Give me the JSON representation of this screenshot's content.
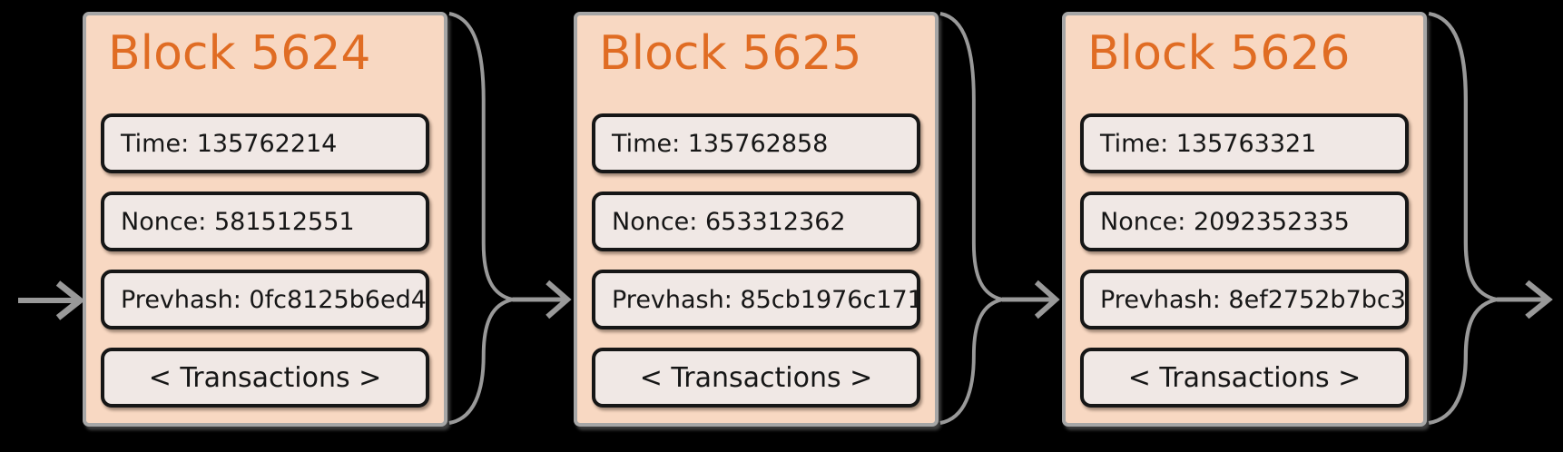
{
  "diagram": {
    "description": "Blockchain diagram of three chained blocks with hash-link arrows",
    "blocks": [
      {
        "title": "Block 5624",
        "time": "Time: 135762214",
        "nonce": "Nonce: 581512551",
        "prevhash": "Prevhash: 0fc8125b6ed4",
        "transactions": "< Transactions >"
      },
      {
        "title": "Block 5625",
        "time": "Time: 135762858",
        "nonce": "Nonce: 653312362",
        "prevhash": "Prevhash: 85cb1976c171",
        "transactions": "< Transactions >"
      },
      {
        "title": "Block 5626",
        "time": "Time: 135763321",
        "nonce": "Nonce: 2092352335",
        "prevhash": "Prevhash: 8ef2752b7bc3",
        "transactions": "< Transactions >"
      }
    ],
    "colors": {
      "background": "#000000",
      "accent": "#e06c23",
      "block_fill": "#f8d8c2",
      "block_border": "#a6a6a6",
      "field_fill": "#f0e8e5",
      "field_border": "#161616",
      "connector": "#999999"
    }
  }
}
